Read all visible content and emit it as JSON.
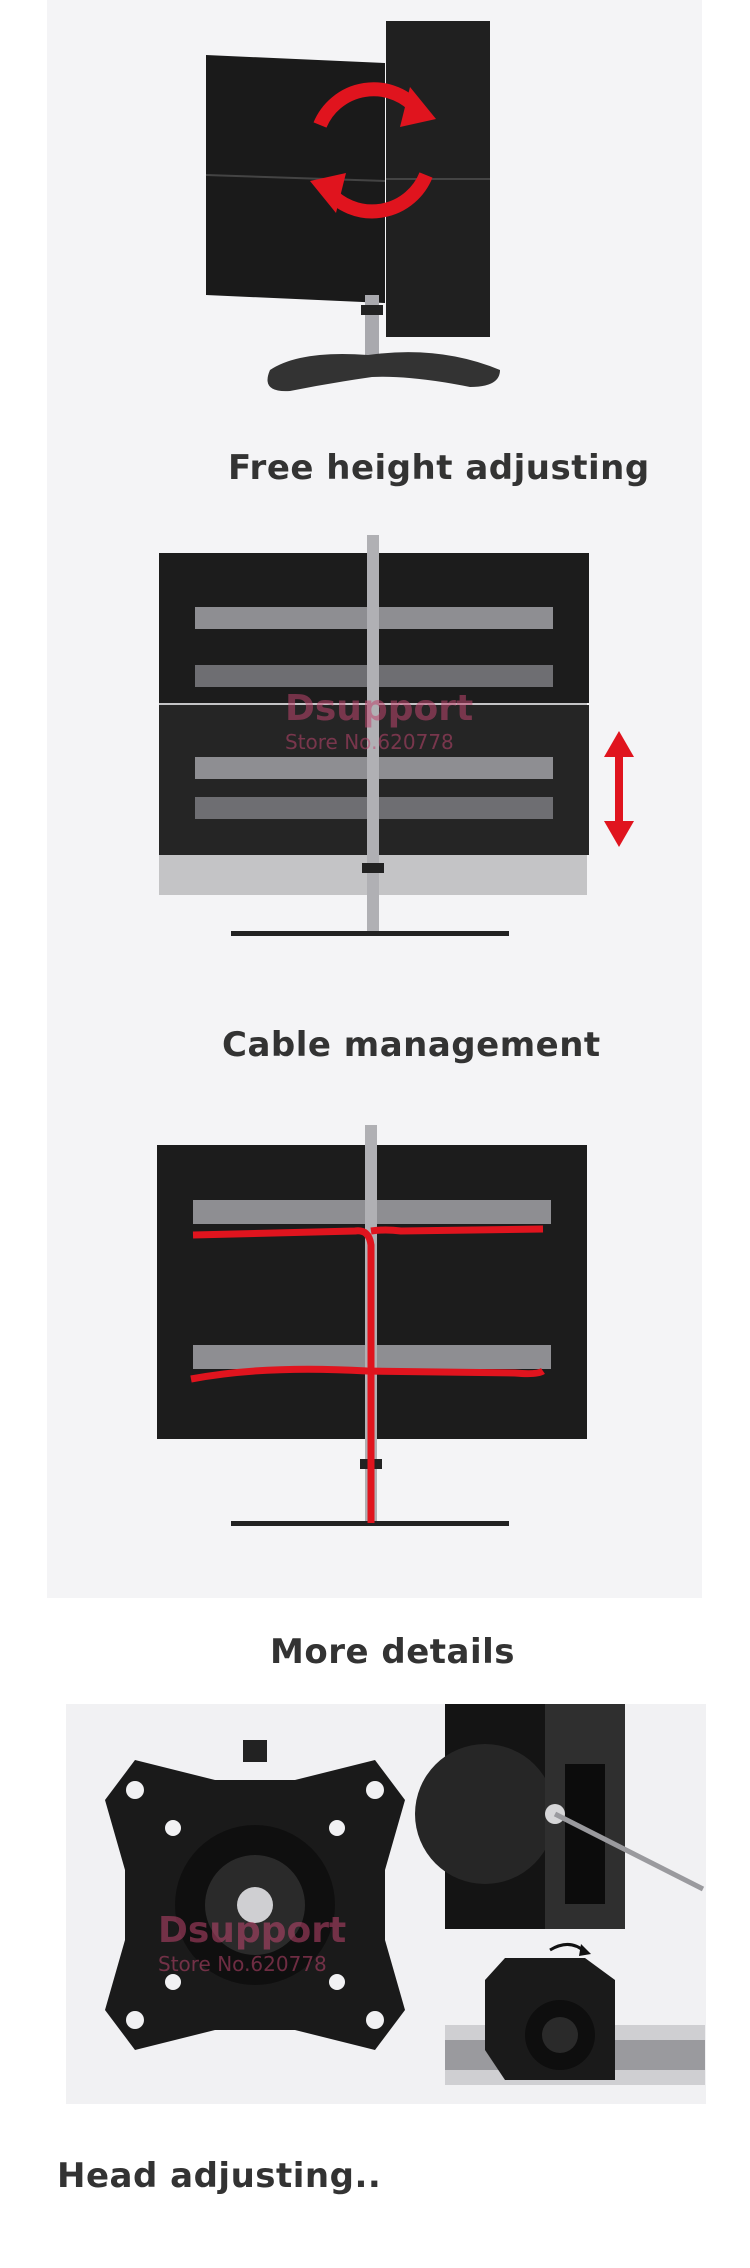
{
  "headings": {
    "free_height": "Free height adjusting",
    "cable_management": "Cable management",
    "more_details": "More details",
    "head_adjusting": "Head adjusting.."
  },
  "watermark": {
    "brand": "Dsupport",
    "store": "Store No.620778"
  },
  "colors": {
    "panel": "#f4f4f6",
    "monitor": "#1c1c1c",
    "accent_red": "#e0141e",
    "pole": "#b0b0b4",
    "heading": "#333333"
  },
  "icons": {
    "rotation": "rotate-arrows-icon",
    "height": "double-arrow-vertical-icon",
    "tilt": "curved-arrow-icon"
  }
}
